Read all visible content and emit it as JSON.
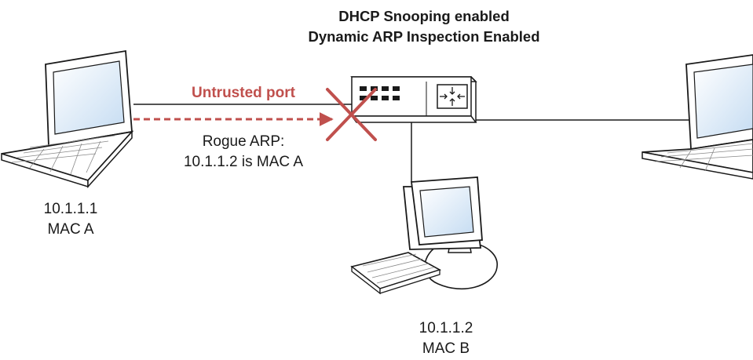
{
  "title": {
    "line1": "DHCP Snooping enabled",
    "line2": "Dynamic ARP Inspection Enabled"
  },
  "link": {
    "port_label": "Untrusted port"
  },
  "attack": {
    "line1": "Rogue ARP:",
    "line2": "10.1.1.2 is MAC A"
  },
  "hosts": {
    "attacker": {
      "ip": "10.1.1.1",
      "mac": "MAC A"
    },
    "victim": {
      "ip": "10.1.1.2",
      "mac": "MAC B"
    }
  },
  "colors": {
    "blocked": "#c0504d",
    "line": "#1a1a1a",
    "screen": "#dbe9f7"
  },
  "icons": {
    "attacker": "laptop-icon",
    "right": "laptop-icon",
    "switch": "switch-icon",
    "victim": "desktop-computer-icon",
    "block": "x-mark-icon"
  }
}
